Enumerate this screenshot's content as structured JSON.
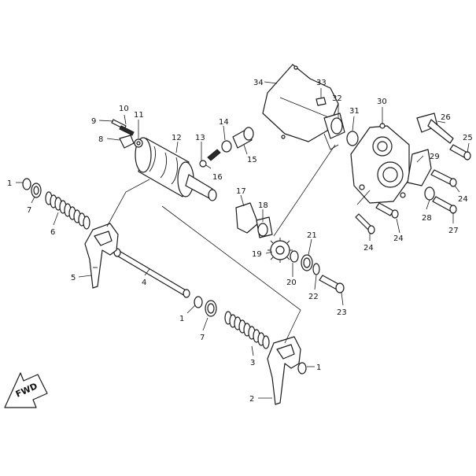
{
  "labels": [
    {
      "id": "1",
      "text": "1"
    },
    {
      "id": "1b",
      "text": "1"
    },
    {
      "id": "1c",
      "text": "1"
    },
    {
      "id": "2",
      "text": "2"
    },
    {
      "id": "3",
      "text": "3"
    },
    {
      "id": "4",
      "text": "4"
    },
    {
      "id": "5",
      "text": "5"
    },
    {
      "id": "6",
      "text": "6"
    },
    {
      "id": "7",
      "text": "7"
    },
    {
      "id": "7b",
      "text": "7"
    },
    {
      "id": "8",
      "text": "8"
    },
    {
      "id": "9",
      "text": "9"
    },
    {
      "id": "10",
      "text": "10"
    },
    {
      "id": "11",
      "text": "11"
    },
    {
      "id": "12",
      "text": "12"
    },
    {
      "id": "13",
      "text": "13"
    },
    {
      "id": "14",
      "text": "14"
    },
    {
      "id": "15",
      "text": "15"
    },
    {
      "id": "16",
      "text": "16"
    },
    {
      "id": "17",
      "text": "17"
    },
    {
      "id": "18",
      "text": "18"
    },
    {
      "id": "19",
      "text": "19"
    },
    {
      "id": "20",
      "text": "20"
    },
    {
      "id": "21",
      "text": "21"
    },
    {
      "id": "22",
      "text": "22"
    },
    {
      "id": "23",
      "text": "23"
    },
    {
      "id": "24",
      "text": "24"
    },
    {
      "id": "24b",
      "text": "24"
    },
    {
      "id": "24c",
      "text": "24"
    },
    {
      "id": "25",
      "text": "25"
    },
    {
      "id": "26",
      "text": "26"
    },
    {
      "id": "27",
      "text": "27"
    },
    {
      "id": "28",
      "text": "28"
    },
    {
      "id": "29",
      "text": "29"
    },
    {
      "id": "30",
      "text": "30"
    },
    {
      "id": "31",
      "text": "31"
    },
    {
      "id": "32",
      "text": "32"
    },
    {
      "id": "33",
      "text": "33"
    },
    {
      "id": "34",
      "text": "34"
    }
  ],
  "direction_marker": {
    "text": "FWD"
  },
  "colors": {
    "line": "#1a1a1a",
    "background": "#ffffff"
  }
}
